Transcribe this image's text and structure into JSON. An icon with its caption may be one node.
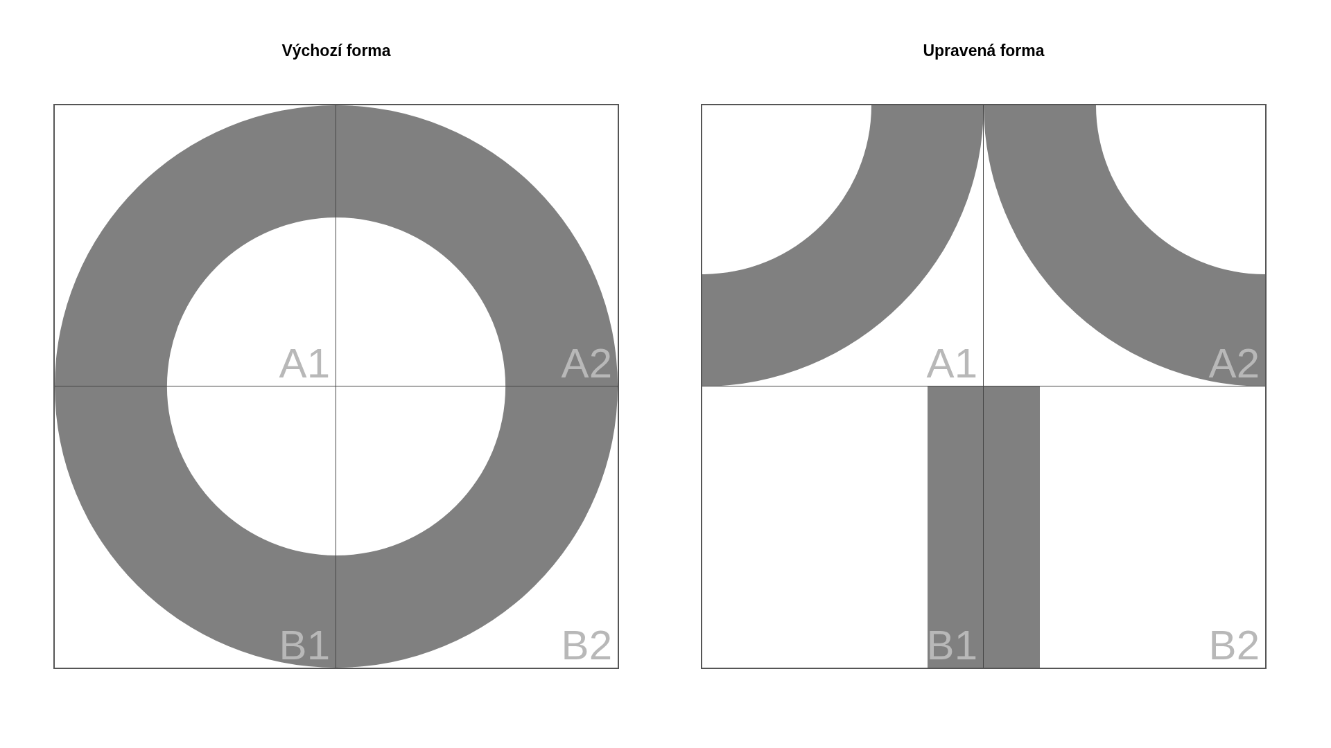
{
  "diagram": {
    "nodes": [
      {
        "text": [
          "Výchozí forma"
        ]
      },
      {
        "text": [
          "A1"
        ],
        "in": 0
      },
      {
        "text": [
          "A2"
        ],
        "in": 0
      },
      {
        "text": [
          "B1"
        ],
        "in": 0
      },
      {
        "text": [
          "B2"
        ],
        "in": 0
      },
      {
        "text": [
          "Upravená forma"
        ]
      },
      {
        "text": [
          "A1"
        ],
        "in": 5
      },
      {
        "text": [
          "A2"
        ],
        "in": 5
      },
      {
        "text": [
          "B1"
        ],
        "in": 5
      },
      {
        "text": [
          "B2"
        ],
        "in": 5
      }
    ]
  }
}
